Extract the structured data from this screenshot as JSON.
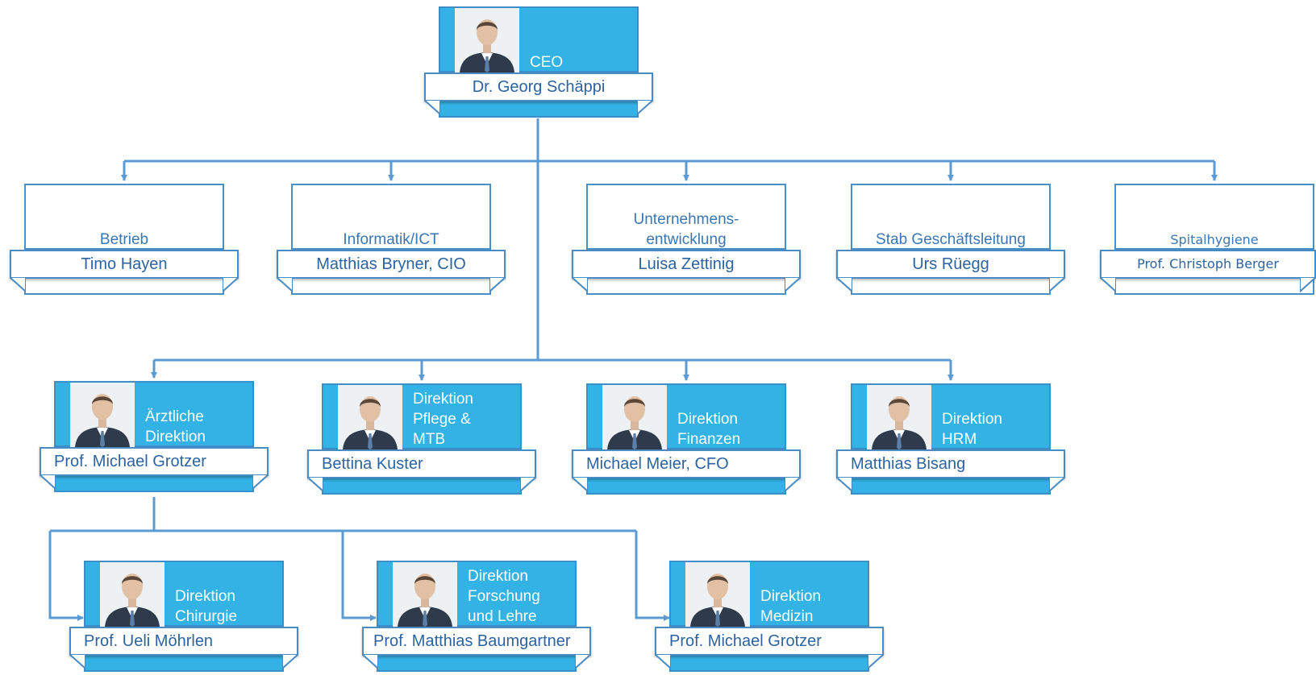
{
  "colors": {
    "accent": "#33b2e6",
    "border": "#3c8fc8",
    "connector": "#5b9bd5",
    "label_text": "#2c63a0"
  },
  "ceo": {
    "title": "CEO",
    "name": "Dr. Georg Schäppi",
    "photo": "person-photo"
  },
  "staff": [
    {
      "title": "Betrieb",
      "name": "Timo Hayen"
    },
    {
      "title": "Informatik/ICT",
      "name": "Matthias Bryner, CIO"
    },
    {
      "title_lines": [
        "Unternehmens-",
        "entwicklung"
      ],
      "name": "Luisa Zettinig"
    },
    {
      "title": "Stab Geschäftsleitung",
      "name": "Urs Rüegg"
    },
    {
      "title": "Spitalhygiene",
      "name": "Prof. Christoph Berger"
    }
  ],
  "directors": [
    {
      "title_lines": [
        "Ärztliche",
        "Direktion"
      ],
      "name": "Prof. Michael Grotzer",
      "photo": "person-photo"
    },
    {
      "title_lines": [
        "Direktion",
        "Pflege &",
        "MTB"
      ],
      "name": "Bettina Kuster",
      "photo": "person-photo"
    },
    {
      "title_lines": [
        "Direktion",
        "Finanzen"
      ],
      "name": "Michael Meier, CFO",
      "photo": "person-photo"
    },
    {
      "title_lines": [
        "Direktion",
        "HRM"
      ],
      "name": "Matthias Bisang",
      "photo": "person-photo"
    }
  ],
  "sub_directors": [
    {
      "title_lines": [
        "Direktion",
        "Chirurgie"
      ],
      "name": "Prof. Ueli Möhrlen",
      "photo": "person-photo"
    },
    {
      "title_lines": [
        "Direktion",
        "Forschung",
        "und Lehre"
      ],
      "name": "Prof. Matthias  Baumgartner",
      "photo": "person-photo"
    },
    {
      "title_lines": [
        "Direktion",
        "Medizin"
      ],
      "name": "Prof. Michael Grotzer",
      "photo": "person-photo"
    }
  ]
}
